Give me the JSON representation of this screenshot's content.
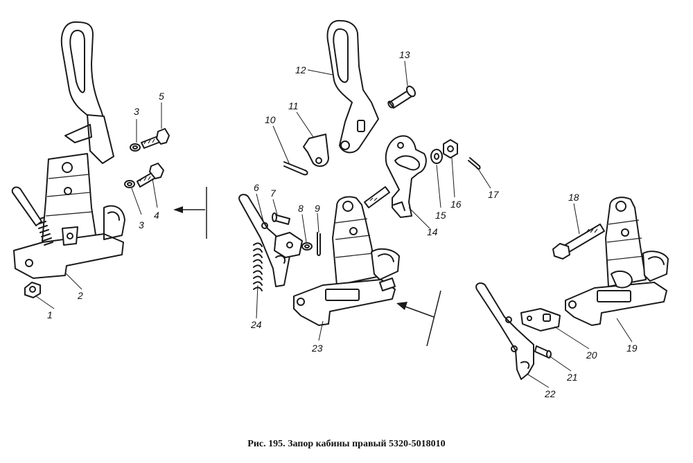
{
  "caption": "Рис. 195. Запор кабины правый 5320-5018010",
  "labels": {
    "n1": "1",
    "n2": "2",
    "n3a": "3",
    "n3b": "3",
    "n4": "4",
    "n5": "5",
    "n6": "6",
    "n7": "7",
    "n8": "8",
    "n9": "9",
    "n10": "10",
    "n11": "11",
    "n12": "12",
    "n13": "13",
    "n14": "14",
    "n15": "15",
    "n16": "16",
    "n17": "17",
    "n18": "18",
    "n19": "19",
    "n20": "20",
    "n21": "21",
    "n22": "22",
    "n23": "23",
    "n24": "24"
  }
}
